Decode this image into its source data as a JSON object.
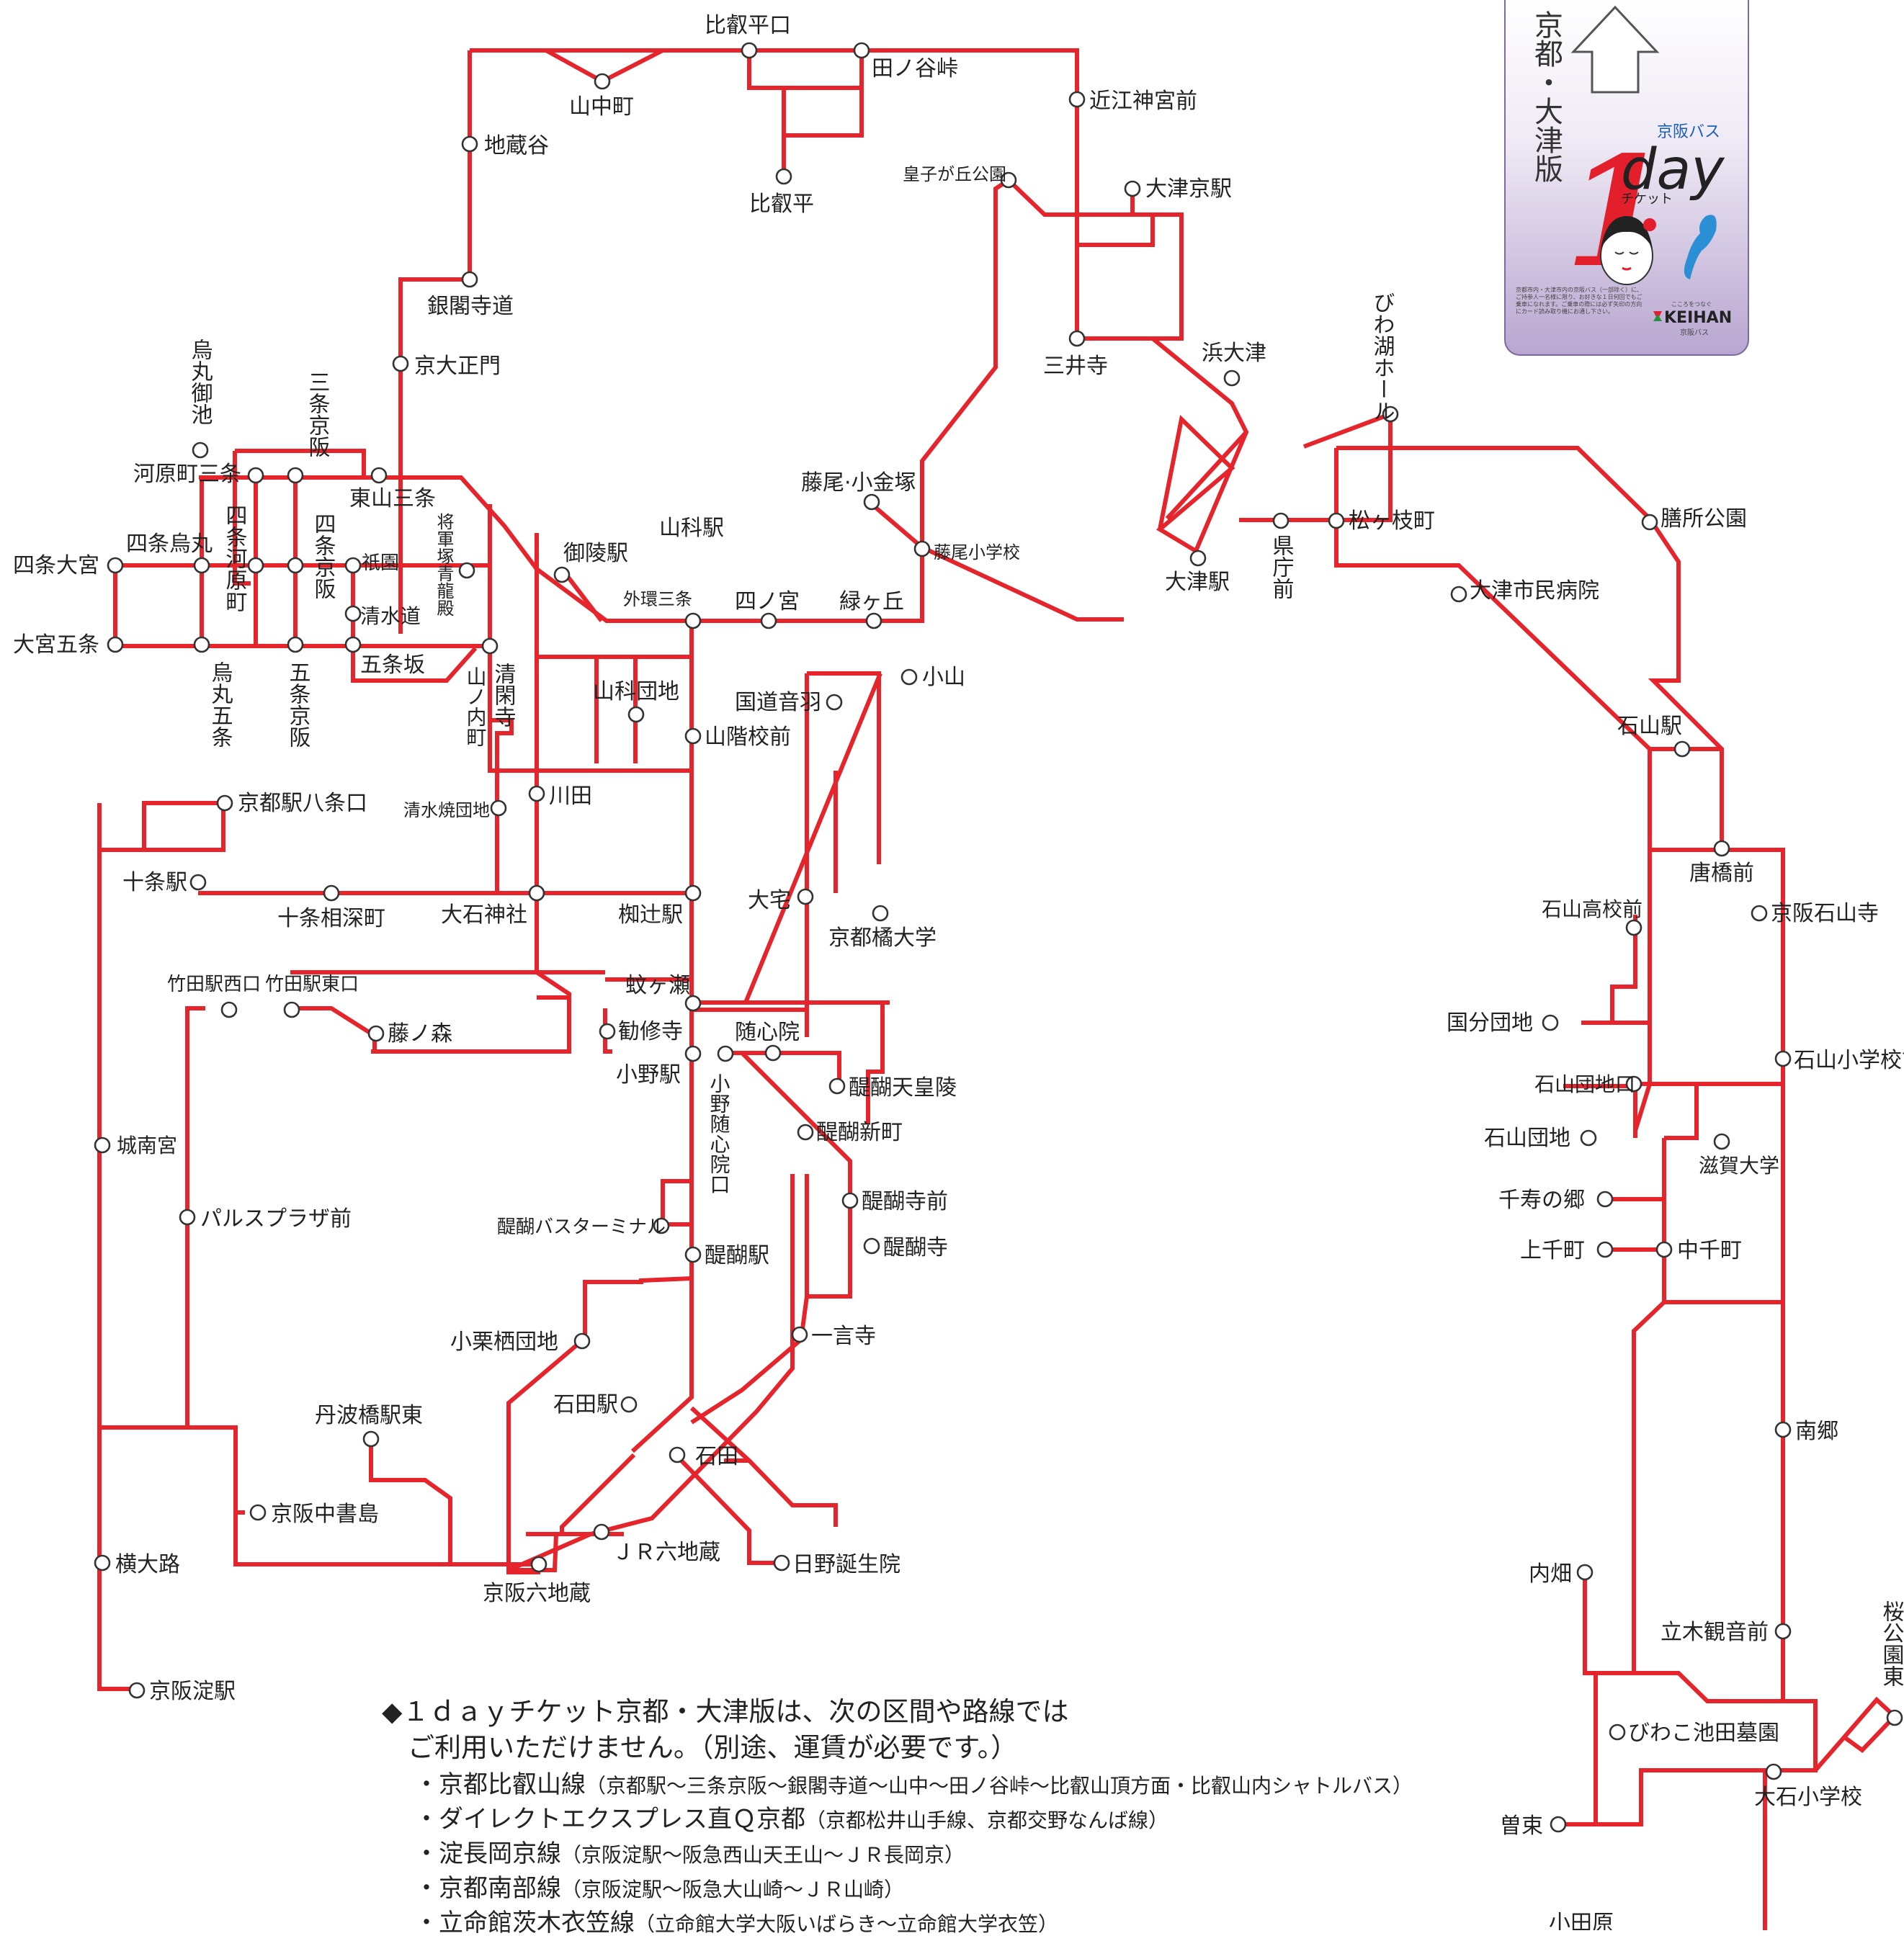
{
  "colors": {
    "route": "#e5242b",
    "stop_fill": "#ffffff",
    "stop_stroke": "#333333",
    "ticket_purple": "#a08cc0"
  },
  "stations": {
    "hiei_daira_guchi": "比叡平口",
    "tanoya_touge": "田ノ谷峠",
    "yamanaka_cho": "山中町",
    "omi_jingu_mae": "近江神宮前",
    "jizodani": "地蔵谷",
    "hiei_daira": "比叡平",
    "ojigaoka_koen": "皇子が丘公園",
    "otsu_kyo_eki": "大津京駅",
    "ginkakuji_michi": "銀閣寺道",
    "kyodai_seimon": "京大正門",
    "miidera": "三井寺",
    "hama_otsu": "浜大津",
    "biwako_hall": "びわ湖ホール",
    "karasuma_oike": "烏丸御池",
    "sanjo_keihan": "三条京阪",
    "kawaramachi_sanjo": "河原町三条",
    "higashiyama_sanjo": "東山三条",
    "fujio_kogane_zuka": "藤尾·小金塚",
    "matsugaecho": "松ヶ枝町",
    "zeze_koen": "膳所公園",
    "shijo_karasuma": "四条烏丸",
    "shijo_omiya": "四条大宮",
    "shijo_kawaramachi": "四条河原町",
    "shijo_keihan": "四条京阪",
    "gion": "祇園",
    "shogunzuka_seiryuden": "将軍塚青龍殿",
    "goryo_eki": "御陵駅",
    "yamashina_eki": "山科駅",
    "fujio_shogakko": "藤尾小学校",
    "otsu_eki": "大津駅",
    "kencho_mae": "県庁前",
    "otsu_shimin_byoin": "大津市民病院",
    "kiyomizu_michi": "清水道",
    "gaikan_sanjo": "外環三条",
    "shinomiya": "四ノ宮",
    "midorigaoka": "緑ヶ丘",
    "omiya_gojo": "大宮五条",
    "karasuma_gojo": "烏丸五条",
    "gojo_keihan": "五条京阪",
    "gojozaka": "五条坂",
    "yamanouchi_cho": "山ノ内町",
    "seikanji": "清閑寺",
    "yamashina_danchi": "山科団地",
    "kokudo_otowa": "国道音羽",
    "koyama": "小山",
    "sankai_komae": "山階校前",
    "ishiyama_eki": "石山駅",
    "kyoto_eki_hachijo_guchi": "京都駅八条口",
    "kiyomizuyaki_danchi": "清水焼団地",
    "kawata": "川田",
    "karahashi_mae": "唐橋前",
    "jujo_eki": "十条駅",
    "jujo_aifukacho": "十条相深町",
    "oishi_jinja": "大石神社",
    "natsumetsuji_eki": "椥辻駅",
    "otaku": "大宅",
    "kyoto_tachibana_daigaku": "京都橘大学",
    "ishiyama_kokomae": "石山高校前",
    "keihan_ishiyamadera": "京阪石山寺",
    "takeda_eki_nishiguchi": "竹田駅西口",
    "takeda_eki_higashiguchi": "竹田駅東口",
    "kagaze": "蚊ヶ瀬",
    "kokubu_danchi": "国分団地",
    "fujinomori": "藤ノ森",
    "kanshuji": "勧修寺",
    "zuishin_in": "随心院",
    "ono_eki": "小野駅",
    "daigo_tennoryo": "醍醐天皇陵",
    "ishiyama_shogakko_mae": "石山小学校前",
    "ono_zuishin_in_guchi": "小野随心院口",
    "ishiyama_danchi_guchi": "石山団地口",
    "daigo_shinmachi": "醍醐新町",
    "ishiyama_danchi": "石山団地",
    "jonangu": "城南宮",
    "shiga_daigaku": "滋賀大学",
    "daigoji_mae": "醍醐寺前",
    "senju_no_sato": "千寿の郷",
    "daigoji": "醍醐寺",
    "pals_plaza_mae": "パルスプラザ前",
    "kamisen_cho": "上千町",
    "nakasen_cho": "中千町",
    "daigo_bus_terminal": "醍醐バスターミナル",
    "daigo_eki": "醍醐駅",
    "ichigonji": "一言寺",
    "ogurisu_danchi": "小栗栖団地",
    "ishida_eki": "石田駅",
    "tanbabashi_eki_higashi": "丹波橋駅東",
    "minamigo": "南郷",
    "ishida": "石田",
    "keihan_nakashojima": "京阪中書島",
    "jr_rokujizo": "ＪＲ六地蔵",
    "hino_tanjoin": "日野誕生院",
    "yokooji": "横大路",
    "keihan_rokujizo": "京阪六地蔵",
    "uchihata": "内畑",
    "tachiki_kannon_mae": "立木観音前",
    "sakura_koen_higashi": "桜公園東",
    "keihan_yodo_eki": "京阪淀駅",
    "biwako_ikeda_boen": "びわこ池田墓園",
    "oishi_shogakko": "大石小学校",
    "sotsuka": "曽束",
    "odawara": "小田原"
  },
  "ticket": {
    "edition": "京都・大津版",
    "brand": "京阪バス",
    "number": "1",
    "product": "day",
    "kana": "チケット",
    "fine_print": "京都市内・大津市内の京阪バス（一部除く）に、ご持参人一名様に限り、お好きな１日何回でもご乗車になれます。ご乗車の際には必ず矢印の方向にカード読み取り機にお通し下さい。",
    "company_kana": "こころをつなぐ",
    "company": "KEIHAN",
    "company_sub": "京阪バス"
  },
  "notice": {
    "title_line1": "◆１ｄａｙチケット京都・大津版は、次の区間や路線では",
    "title_line2": "ご利用いただけません。（別途、運賃が必要です。）",
    "items": [
      {
        "name": "・京都比叡山線",
        "detail": "（京都駅～三条京阪～銀閣寺道～山中～田ノ谷峠～比叡山頂方面・比叡山内シャトルバス）"
      },
      {
        "name": "・ダイレクトエクスプレス直Ｑ京都",
        "detail": "（京都松井山手線、京都交野なんば線）"
      },
      {
        "name": "・淀長岡京線",
        "detail": "（京阪淀駅～阪急西山天王山～ＪＲ長岡京）"
      },
      {
        "name": "・京都南部線",
        "detail": "（京阪淀駅～阪急大山崎～ＪＲ山崎）"
      },
      {
        "name": "・立命館茨木衣笠線",
        "detail": "（立命館大学大阪いばらき～立命館大学衣笠）"
      }
    ]
  }
}
